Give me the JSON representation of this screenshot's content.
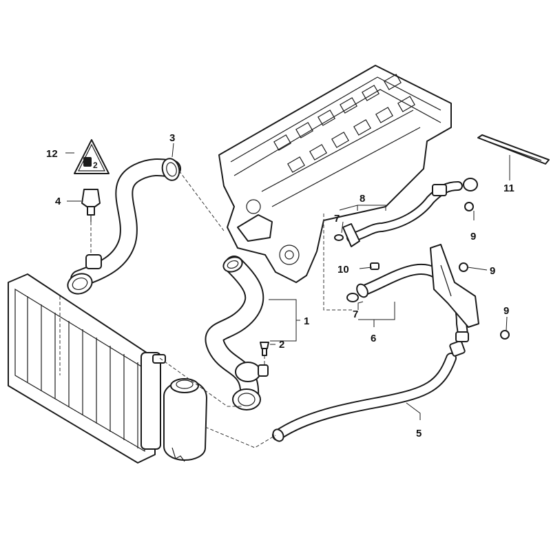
{
  "diagram": {
    "callouts": {
      "c1": "1",
      "c2": "2",
      "c3": "3",
      "c4": "4",
      "c5": "5",
      "c6": "6",
      "c7a": "7",
      "c7b": "7",
      "c8": "8",
      "c9a": "9",
      "c9b": "9",
      "c9c": "9",
      "c10": "10",
      "c11": "11",
      "c12": "12"
    },
    "warning_symbol": "caution-hot-coolant-icon"
  }
}
